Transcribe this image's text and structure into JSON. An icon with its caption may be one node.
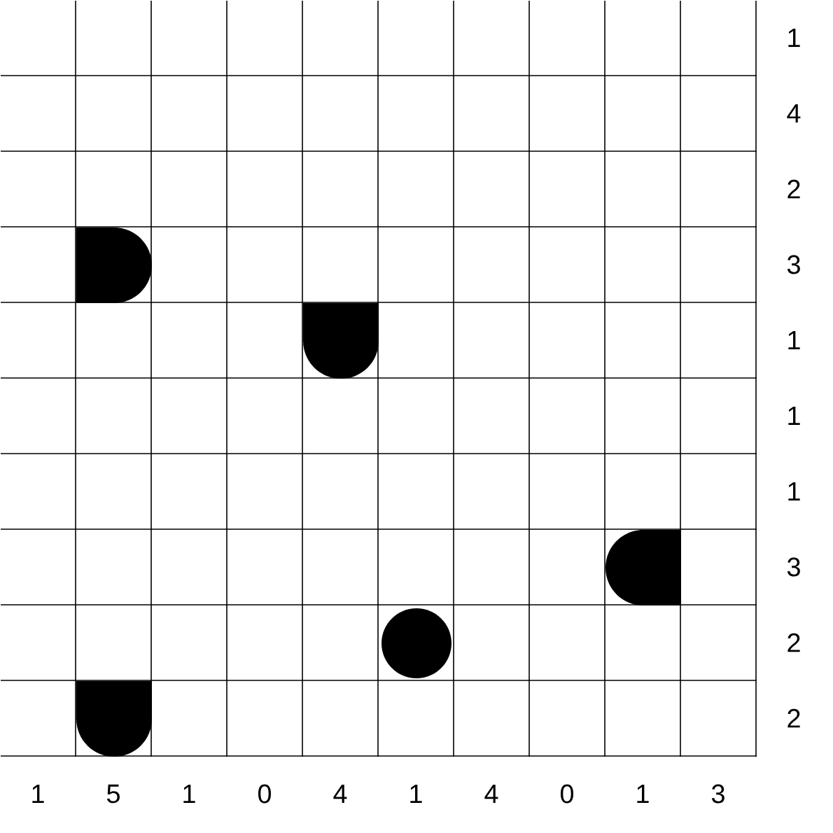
{
  "diagram": {
    "nodes": [
      {
        "text": [],
        "shape": "semicircle"
      },
      {
        "text": [],
        "shape": "semicircle"
      },
      {
        "text": [],
        "shape": "semicircle"
      },
      {
        "text": [],
        "shape": "circle"
      },
      {
        "text": [],
        "shape": "semicircle"
      }
    ],
    "labels": [
      "1",
      "4",
      "2",
      "3",
      "1",
      "1",
      "1",
      "3",
      "2",
      "2",
      "1",
      "5",
      "1",
      "0",
      "4",
      "1",
      "4",
      "0",
      "1",
      "3"
    ]
  }
}
